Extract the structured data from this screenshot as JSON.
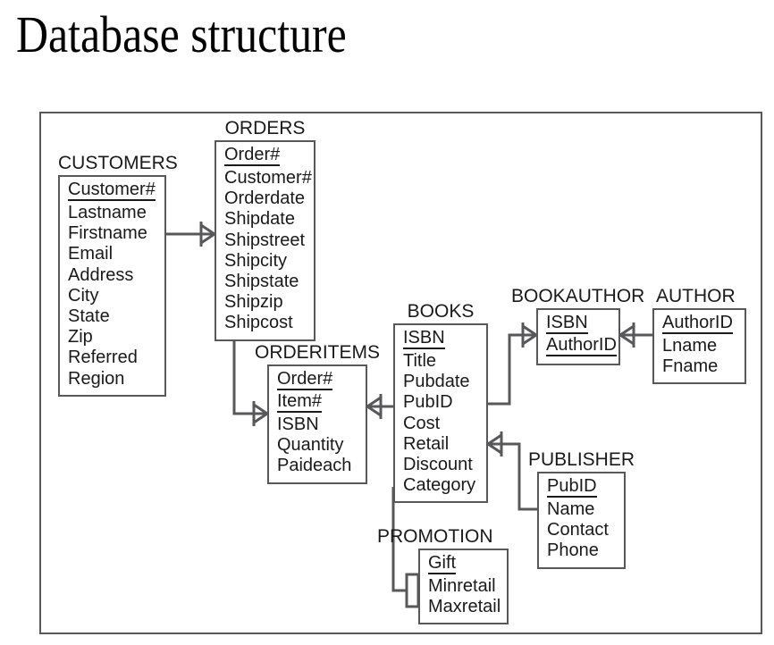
{
  "page": {
    "title": "Database structure",
    "frame_color": "#58585a",
    "text_color": "#1a1a1a",
    "background": "#ffffff"
  },
  "diagram": {
    "type": "entity-relationship-diagram",
    "notation": "crow's foot",
    "entities": [
      {
        "id": "customers",
        "name": "CUSTOMERS",
        "attributes": [
          "Customer#",
          "Lastname",
          "Firstname",
          "Email",
          "Address",
          "City",
          "State",
          "Zip",
          "Referred",
          "Region"
        ],
        "primary_key": [
          "Customer#"
        ]
      },
      {
        "id": "orders",
        "name": "ORDERS",
        "attributes": [
          "Order#",
          "Customer#",
          "Orderdate",
          "Shipdate",
          "Shipstreet",
          "Shipcity",
          "Shipstate",
          "Shipzip",
          "Shipcost"
        ],
        "primary_key": [
          "Order#"
        ]
      },
      {
        "id": "orderitems",
        "name": "ORDERITEMS",
        "attributes": [
          "Order#",
          "Item#",
          "ISBN",
          "Quantity",
          "Paideach"
        ],
        "primary_key": [
          "Order#",
          "Item#"
        ]
      },
      {
        "id": "books",
        "name": "BOOKS",
        "attributes": [
          "ISBN",
          "Title",
          "Pubdate",
          "PubID",
          "Cost",
          "Retail",
          "Discount",
          "Category"
        ],
        "primary_key": [
          "ISBN"
        ]
      },
      {
        "id": "bookauthor",
        "name": "BOOKAUTHOR",
        "attributes": [
          "ISBN",
          "AuthorID"
        ],
        "primary_key": [
          "ISBN",
          "AuthorID"
        ]
      },
      {
        "id": "author",
        "name": "AUTHOR",
        "attributes": [
          "AuthorID",
          "Lname",
          "Fname"
        ],
        "primary_key": [
          "AuthorID"
        ]
      },
      {
        "id": "publisher",
        "name": "PUBLISHER",
        "attributes": [
          "PubID",
          "Name",
          "Contact",
          "Phone"
        ],
        "primary_key": [
          "PubID"
        ]
      },
      {
        "id": "promotion",
        "name": "PROMOTION",
        "attributes": [
          "Gift",
          "Minretail",
          "Maxretail"
        ],
        "primary_key": [
          "Gift"
        ]
      }
    ],
    "relationships": [
      {
        "from": "customers",
        "to": "orders",
        "many_at": "orders"
      },
      {
        "from": "orders",
        "to": "orderitems",
        "many_at": "orderitems"
      },
      {
        "from": "orderitems",
        "to": "books",
        "many_at": "orderitems"
      },
      {
        "from": "books",
        "to": "bookauthor",
        "many_at": "bookauthor"
      },
      {
        "from": "bookauthor",
        "to": "author",
        "many_at": "bookauthor"
      },
      {
        "from": "books",
        "to": "publisher",
        "many_at": "books"
      },
      {
        "from": "books",
        "to": "promotion",
        "many_at": "promotion"
      }
    ]
  }
}
